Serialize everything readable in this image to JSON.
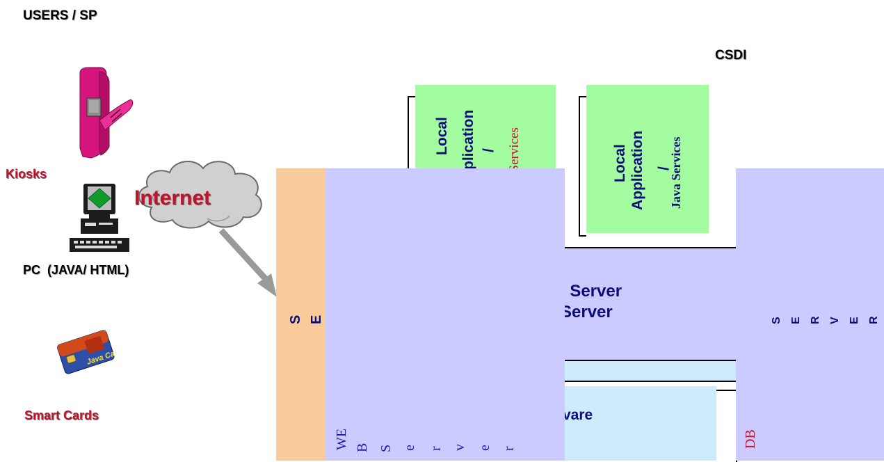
{
  "header": {
    "title": "USERS / SP",
    "csdi": "CSDI"
  },
  "clients": {
    "kiosks": "Kiosks",
    "pc": "PC  (JAVA/ HTML)",
    "smart_cards": "Smart Cards",
    "java_card_text": "Java Card"
  },
  "internet": "Internet",
  "app_box_1": {
    "line1": "Local",
    "line2": "Application",
    "line3": "/",
    "line4": "Java Services"
  },
  "app_box_2": {
    "line1": "Local",
    "line2": "Application",
    "line3": "/",
    "line4": "Java Services"
  },
  "web_server_bar": {
    "letters": [
      "S",
      "E"
    ]
  },
  "web_server_panel": {
    "word1": "WE",
    "letters": [
      "B",
      "S",
      "e",
      "r",
      "v",
      "e",
      "r"
    ]
  },
  "app_server": {
    "line1": "n Server",
    "line2": "Server"
  },
  "middleware": "vare",
  "db_server": {
    "letters": [
      "S",
      "E",
      "R",
      "V",
      "E",
      "R"
    ],
    "db": "DB"
  },
  "colors": {
    "green_box": "#a3fca0",
    "lavender": "#cccbff",
    "light_blue": "#ceebfc",
    "peach": "#f9cb9b",
    "navy_text": "#0c0c7a",
    "red_text": "#c0142c",
    "kiosk_magenta": "#d6147e"
  }
}
